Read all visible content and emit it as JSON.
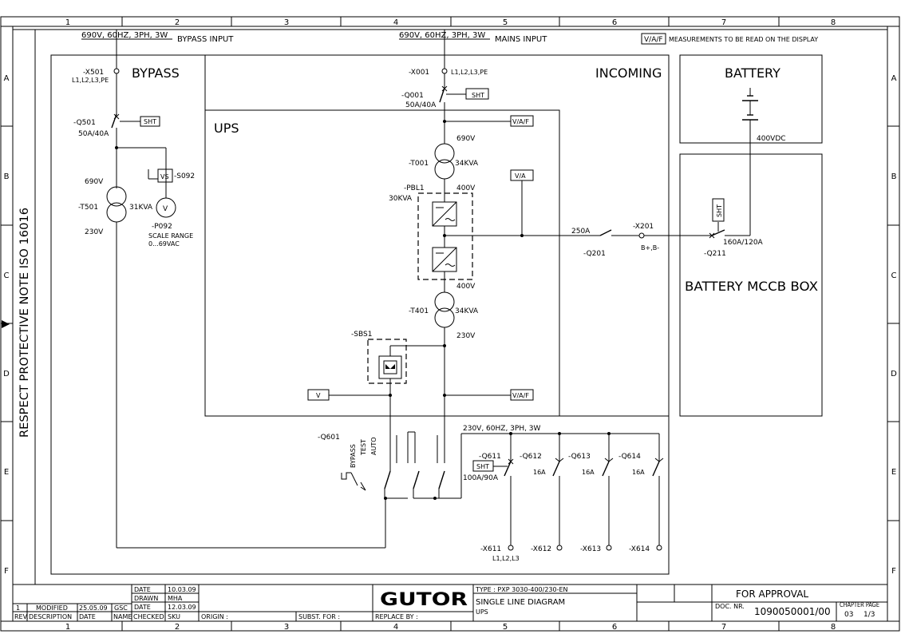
{
  "grid": {
    "columns": [
      "1",
      "2",
      "3",
      "4",
      "5",
      "6",
      "7",
      "8"
    ],
    "rows": [
      "A",
      "B",
      "C",
      "D",
      "E",
      "F"
    ]
  },
  "side_note": "RESPECT PROTECTIVE NOTE ISO 16016",
  "inputs": {
    "bypass_supply": "690V, 60HZ, 3PH, 3W",
    "bypass_label": "BYPASS INPUT",
    "mains_supply": "690V, 60HZ, 3PH, 3W",
    "mains_label": "MAINS INPUT"
  },
  "legend": {
    "symbol": "V/A/F",
    "text": "MEASUREMENTS TO BE READ ON THE DISPLAY"
  },
  "sections": {
    "bypass": "BYPASS",
    "incoming": "INCOMING",
    "ups": "UPS",
    "battery": "BATTERY",
    "mccb_box": "BATTERY MCCB BOX"
  },
  "bypass_path": {
    "x501": "-X501",
    "x501_phases": "L1,L2,L3,PE",
    "q501": "-Q501",
    "q501_rating": "50A/40A",
    "sht": "SHT",
    "t501_hv": "690V",
    "t501": "-T501",
    "t501_kva": "31KVA",
    "t501_lv": "230V",
    "vs": "VS",
    "s092": "-S092",
    "v_meter": "V",
    "p092": "-P092",
    "scale_range": "SCALE RANGE",
    "scale_value": "0...69VAC"
  },
  "mains_path": {
    "x001": "-X001",
    "x001_phases": "L1,L2,L3,PE",
    "q001": "-Q001",
    "q001_rating": "50A/40A",
    "sht": "SHT",
    "vaf": "V/A/F",
    "t001_hv": "690V",
    "t001": "-T001",
    "t001_kva": "34KVA",
    "va": "V/A",
    "pbl1": "-PBL1",
    "pbl1_kva": "30KVA",
    "dc_voltage": "400V",
    "inv_voltage": "400V",
    "t401": "-T401",
    "t401_kva": "34KVA",
    "t401_lv": "230V",
    "sbs1": "-SBS1",
    "v_box": "V",
    "vaf_out": "V/A/F"
  },
  "battery_path": {
    "q201_rating": "250A",
    "q201": "-Q201",
    "x201": "-X201",
    "x201_terminals": "B+,B-",
    "q211": "-Q211",
    "q211_rating": "160A/120A",
    "sht": "SHT",
    "battery_voltage": "400VDC"
  },
  "output": {
    "supply": "230V, 60HZ, 3PH, 3W",
    "q601": "-Q601",
    "pos_bypass": "BYPASS",
    "pos_test": "TEST",
    "pos_auto": "AUTO",
    "q611": "-Q611",
    "q611_rating": "100A/90A",
    "sht": "SHT",
    "q612": "-Q612",
    "q613": "-Q613",
    "q614": "-Q614",
    "rating_16a": "16A",
    "x611": "-X611",
    "x611_phases": "L1,L2,L3",
    "x612": "-X612",
    "x613": "-X613",
    "x614": "-X614"
  },
  "title_block": {
    "date_label": "DATE",
    "date_value": "10.03.09",
    "drawn_label": "DRAWN",
    "drawn_value": "MHA",
    "date2_label": "DATE",
    "date2_value": "12.03.09",
    "rev_no": "1",
    "rev_desc": "MODIFIED",
    "rev_date": "25.05.09",
    "rev_name": "GSC",
    "col_rev": "REV.",
    "col_desc": "DESCRIPTION",
    "col_date": "DATE",
    "col_name": "NAME",
    "col_checked": "CHECKED",
    "col_sku": "SKU",
    "col_origin": "ORIGIN :",
    "col_subst": "SUBST. FOR :",
    "col_replace": "REPLACE BY :",
    "logo": "GUTOR",
    "type_line": "TYPE : PXP 3030-400/230-EN",
    "drawing_title": "SINGLE LINE DIAGRAM",
    "drawing_subtitle": "UPS",
    "status": "FOR APPROVAL",
    "doc_label": "DOC. NR.",
    "doc_number": "1090050001/00",
    "chapter_page_label": "CHAPTER PAGE",
    "chapter": "03",
    "page": "1/3"
  }
}
